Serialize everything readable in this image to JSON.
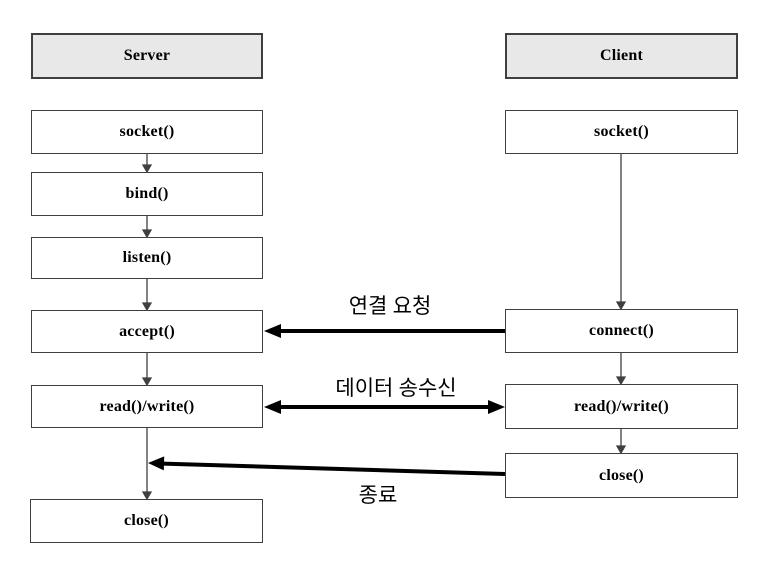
{
  "diagram": {
    "server": {
      "header": "Server",
      "steps": [
        "socket()",
        "bind()",
        "listen()",
        "accept()",
        "read()/write()",
        "close()"
      ]
    },
    "client": {
      "header": "Client",
      "steps": [
        "socket()",
        "connect()",
        "read()/write()",
        "close()"
      ]
    },
    "messages": {
      "connect_request": "연결 요청",
      "data_exchange": "데이터 송수신",
      "terminate": "종료"
    },
    "colors": {
      "header_fill": "#e8e8e8",
      "box_border": "#3f3f3f",
      "connector": "#404040",
      "message_arrow": "#000000"
    }
  }
}
